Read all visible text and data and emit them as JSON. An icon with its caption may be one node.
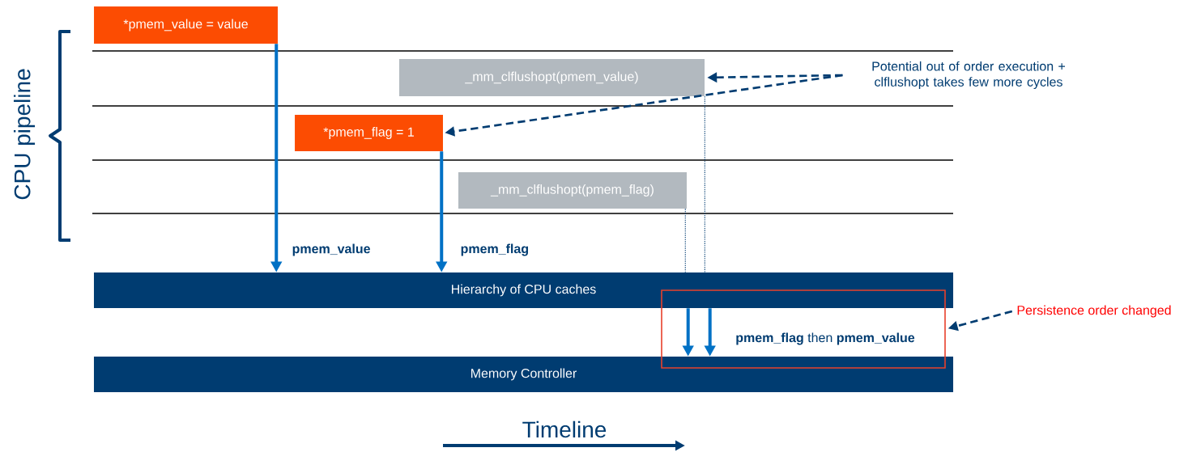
{
  "diagram": {
    "nodes": [
      {
        "text": [
          "*pmem_value = value"
        ]
      },
      {
        "text": [
          "_mm_clflushopt(pmem_value)"
        ]
      },
      {
        "text": [
          "*pmem_flag = 1"
        ]
      },
      {
        "text": [
          "_mm_clflushopt(pmem_flag)"
        ]
      },
      {
        "text": [
          "Hierarchy of CPU caches"
        ]
      },
      {
        "text": [
          "Memory Controller"
        ]
      },
      {
        "text": [
          "Potential out of order execution + clflushopt takes few more cycles"
        ]
      },
      {
        "text": [],
        "shape": "box"
      },
      {
        "text": [
          "**pmem_flag** then **pmem_value**"
        ],
        "in": 7
      },
      {
        "text": [
          "Persistence order changed"
        ]
      }
    ],
    "edges": [
      {
        "from": 0,
        "to": 4,
        "arrow": "to",
        "label": "pmem_value"
      },
      {
        "from": 2,
        "to": 4,
        "arrow": "to",
        "label": "pmem_flag"
      },
      {
        "from": 1,
        "to": 4,
        "arrow": "none",
        "style": "dashed",
        "color": "#003c71"
      },
      {
        "from": 3,
        "to": 4,
        "arrow": "none",
        "style": "dashed",
        "color": "#003c71"
      },
      {
        "from": 4,
        "to": 5,
        "arrow": "to"
      },
      {
        "from": 4,
        "to": 5,
        "arrow": "to"
      },
      {
        "from": 6,
        "to": 1,
        "arrow": "to",
        "style": "dashed",
        "color": "#003c71"
      },
      {
        "from": 6,
        "to": 2,
        "arrow": "to",
        "style": "dashed",
        "color": "#003c71"
      },
      {
        "from": 9,
        "to": 7,
        "arrow": "to",
        "style": "dashed",
        "color": "#003c71"
      }
    ],
    "labels": [
      "CPU pipeline",
      "Timeline"
    ]
  }
}
